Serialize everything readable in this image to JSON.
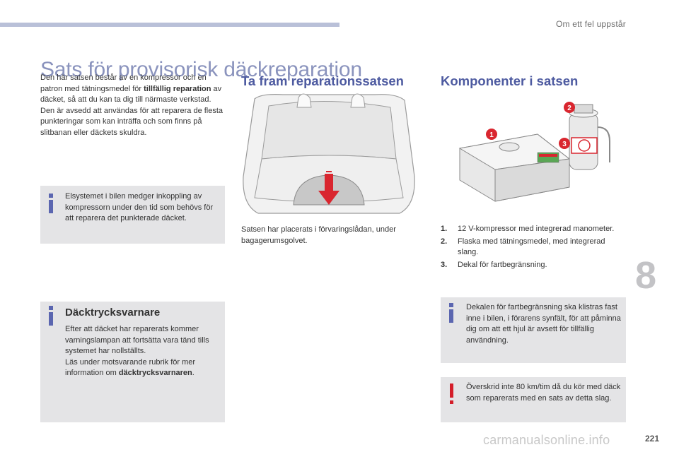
{
  "header": {
    "chapter": "Om ett fel uppstår"
  },
  "page_title": "Sats för provisorisk däckreparation",
  "intro": {
    "p1_before": "Den här satsen består av en kompressor och en patron med tätningsmedel för ",
    "p1_bold": "tillfällig reparation",
    "p1_after": " av däcket, så att du kan ta dig till närmaste verkstad.",
    "p2": "Den är avsedd att användas för att reparera de flesta punkteringar som kan inträffa och som finns på slitbanan eller däckets skuldra."
  },
  "info1": {
    "text": "Elsystemet i bilen medger inkoppling av kompressorn under den tid som behövs för att reparera det punkterade däcket."
  },
  "tpms": {
    "title": "Däcktrycksvarnare",
    "p1": "Efter att däcket har reparerats kommer varningslampan att fortsätta vara tänd tills systemet har nollställts.",
    "p2_before": "Läs under motsvarande rubrik för mer information om ",
    "p2_bold": "däcktrycksvarnaren",
    "p2_after": "."
  },
  "retrieve": {
    "title": "Ta fram reparationssatsen",
    "caption": "Satsen har placerats i förvaringslådan, under bagagerumsgolvet."
  },
  "components": {
    "title": "Komponenter i satsen",
    "callouts": [
      "1",
      "2",
      "3"
    ],
    "items": [
      {
        "num": "1.",
        "text": "12 V-kompressor med integrerad manometer."
      },
      {
        "num": "2.",
        "text": "Flaska med tätningsmedel, med integrerad slang."
      },
      {
        "num": "3.",
        "text": "Dekal för fartbegränsning."
      }
    ]
  },
  "info2": {
    "text": "Dekalen för fartbegränsning ska klistras fast inne i bilen, i förarens synfält, för att påminna dig om att ett hjul är avsett för tillfällig användning."
  },
  "warning": {
    "text": "Överskrid inte 80 km/tim då du kör med däck som reparerats med en sats av detta slag."
  },
  "chapter_number": "8",
  "page_number": "221",
  "watermark": "carmanualsonline.info"
}
